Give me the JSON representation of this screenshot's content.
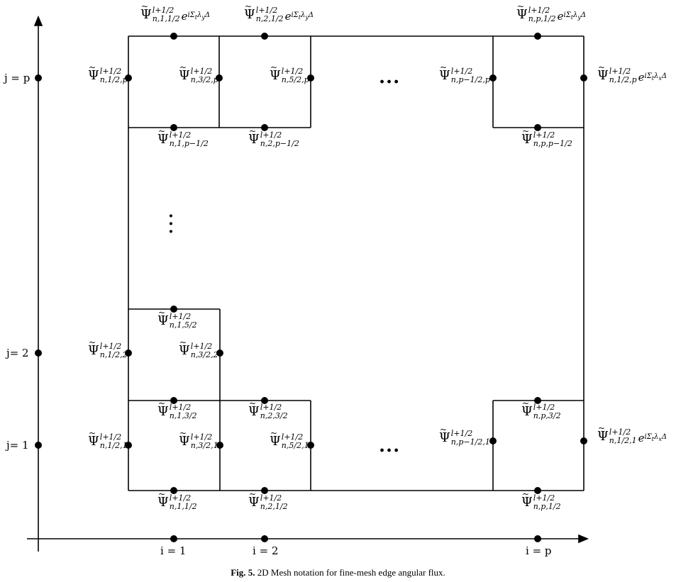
{
  "symbol": "Ψ",
  "tilde": "~",
  "superscript": "l+1/2",
  "axis_labels": {
    "y": [
      "j= 1",
      "j= 2",
      "j = p"
    ],
    "x": [
      "i = 1",
      "i = 2",
      "i = p"
    ]
  },
  "ellipsis": "...",
  "flux_labels": [
    {
      "id": "top-1",
      "sub": "n,1,1/2",
      "exp": "iΣ",
      "exp_tail": "λ",
      "exp_sub1": "t",
      "exp_sub2": "y",
      "exp_end": "Δ"
    },
    {
      "id": "top-2",
      "sub": "n,2,1/2",
      "exp": "iΣ",
      "exp_tail": "λ",
      "exp_sub1": "t",
      "exp_sub2": "y",
      "exp_end": "Δ"
    },
    {
      "id": "top-p",
      "sub": "n,p,1/2",
      "exp": "iΣ",
      "exp_tail": "λ",
      "exp_sub1": "t",
      "exp_sub2": "y",
      "exp_end": "Δ"
    },
    {
      "id": "p-left",
      "sub": "n,1/2,p"
    },
    {
      "id": "p-32",
      "sub": "n,3/2,p"
    },
    {
      "id": "p-52",
      "sub": "n,5/2,p"
    },
    {
      "id": "p-pm",
      "sub": "n,p−1/2,p"
    },
    {
      "id": "p-right",
      "sub": "n,1/2,p",
      "exp": "iΣ",
      "exp_tail": "λ",
      "exp_sub1": "t",
      "exp_sub2": "x",
      "exp_end": "Δ"
    },
    {
      "id": "pb-1",
      "sub": "n,1,p−1/2"
    },
    {
      "id": "pb-2",
      "sub": "n,2,p−1/2"
    },
    {
      "id": "pb-p",
      "sub": "n,p,p−1/2"
    },
    {
      "id": "c-152",
      "sub": "n,1,5/2"
    },
    {
      "id": "j2-left",
      "sub": "n,1/2,2"
    },
    {
      "id": "j2-32",
      "sub": "n,3/2,2"
    },
    {
      "id": "c-132",
      "sub": "n,1,3/2"
    },
    {
      "id": "c-232",
      "sub": "n,2,3/2"
    },
    {
      "id": "c-p32",
      "sub": "n,p,3/2"
    },
    {
      "id": "j1-left",
      "sub": "n,1/2,1"
    },
    {
      "id": "j1-32",
      "sub": "n,3/2,1"
    },
    {
      "id": "j1-52",
      "sub": "n,5/2,1"
    },
    {
      "id": "j1-pm",
      "sub": "n,p−1/2,1"
    },
    {
      "id": "j1-right",
      "sub": "n,1/2,1",
      "exp": "iΣ",
      "exp_tail": "λ",
      "exp_sub1": "t",
      "exp_sub2": "x",
      "exp_end": "Δ"
    },
    {
      "id": "b-1",
      "sub": "n,1,1/2"
    },
    {
      "id": "b-2",
      "sub": "n,2,1/2"
    },
    {
      "id": "b-p",
      "sub": "n,p,1/2"
    }
  ],
  "caption": {
    "label": "Fig. 5.",
    "text": "2D Mesh notation for fine-mesh edge angular flux."
  }
}
